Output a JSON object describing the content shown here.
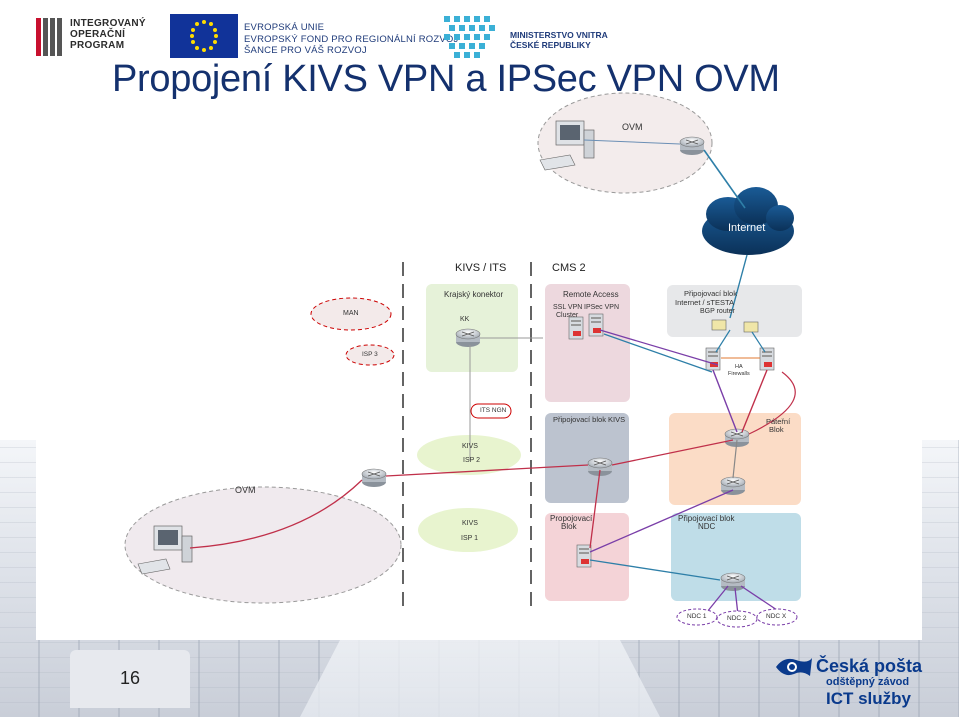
{
  "header": {
    "iop_logo_text": [
      "INTEGROVANÝ",
      "OPERAČNÍ",
      "PROGRAM"
    ],
    "eu_text": [
      "EVROPSKÁ UNIE",
      "EVROPSKÝ FOND PRO REGIONÁLNÍ ROZVOJ",
      "ŠANCE PRO VÁŠ ROZVOJ"
    ],
    "mvcr_text": [
      "MINISTERSTVO VNITRA",
      "ČESKÉ REPUBLIKY"
    ]
  },
  "title": "Propojení KIVS VPN a IPSec VPN OVM",
  "diagram": {
    "top_ovm_label": "OVM",
    "internet_label": "Internet",
    "kivs_its_label": "KIVS / ITS",
    "cms2_label": "CMS 2",
    "man_label": "MAN",
    "krajsky_label": "Krajský konektor",
    "kk_label": "KK",
    "remote_access_label": "Remote Access",
    "ssl_vpn_label": "SSL VPN",
    "cluster_label": "Cluster",
    "ipsec_vpn_label": "IPSec VPN",
    "pripojovaci_internet_label": "Připojovací blok",
    "pripojovaci_internet_label2": "Internet / sTESTA",
    "bgp_router_label": "BGP router",
    "isp3_label": "ISP 3",
    "ha_label": "HA",
    "firewalls_label": "Firewalls",
    "its_ngn_label": "ITS NGN",
    "pripojovaci_kivs_label": "Připojovací blok KIVS",
    "pateri_label": "Páteřní",
    "blok_label": "Blok",
    "kivs_isp2_label1": "KIVS",
    "kivs_isp2_label2": "ISP 2",
    "ovm_label": "OVM",
    "kivs_isp1_label1": "KIVS",
    "kivs_isp1_label2": "ISP 1",
    "propojovaci_label1": "Propojovací",
    "propojovaci_label2": "Blok",
    "pripojovaci_ndc_label1": "Připojovací blok",
    "pripojovaci_ndc_label2": "NDC",
    "ndc1_label": "NDC 1",
    "ndc2_label": "NDC 2",
    "ndcx_label": "NDC X"
  },
  "footer": {
    "slide_number": "16",
    "cp_name": "Česká pošta",
    "cp_sub1": "odštěpný závod",
    "cp_ict": "ICT služby"
  }
}
